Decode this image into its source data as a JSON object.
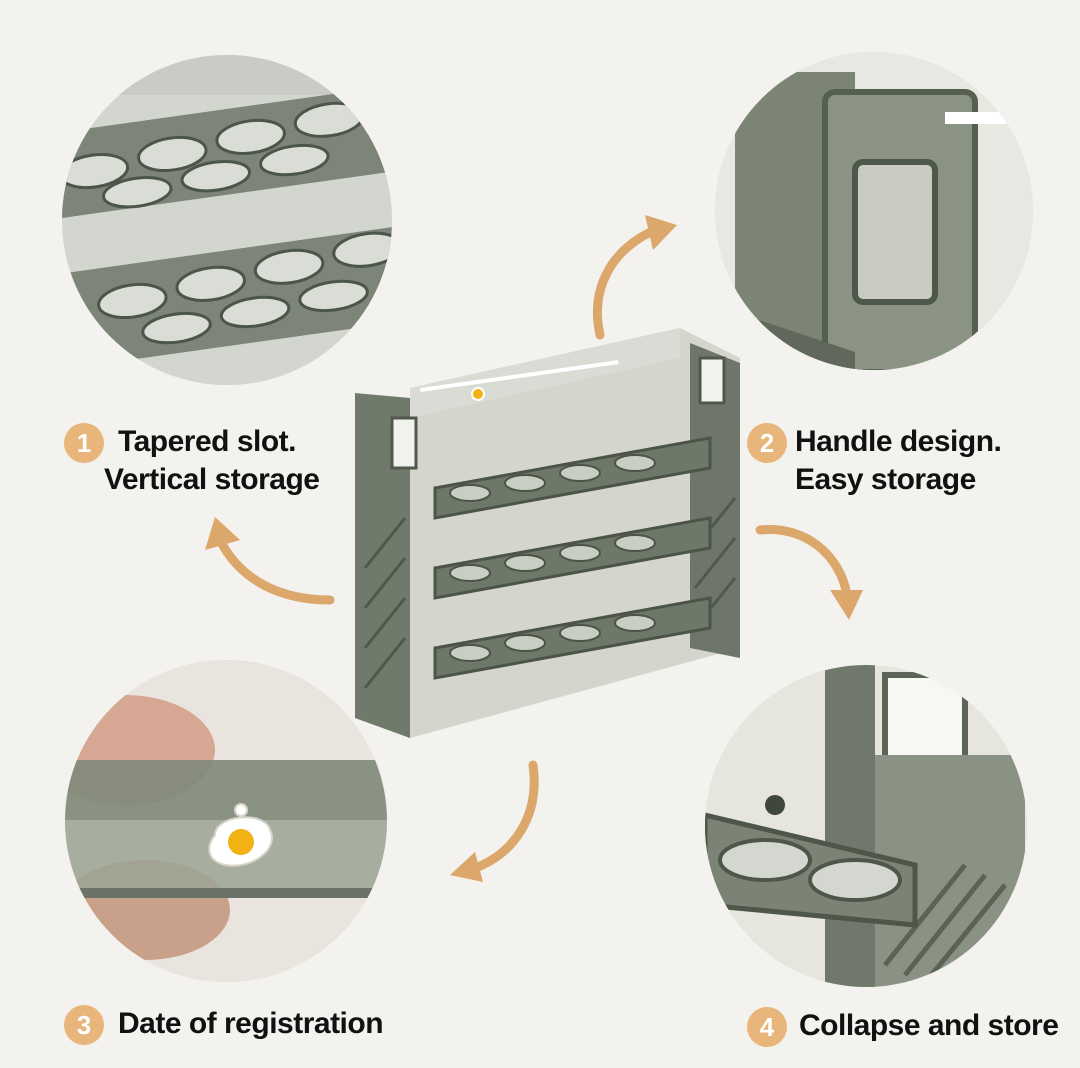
{
  "features": [
    {
      "number": "1",
      "line1": "Tapered slot.",
      "line2": "Vertical storage"
    },
    {
      "number": "2",
      "line1": "Handle design.",
      "line2": "Easy storage"
    },
    {
      "number": "3",
      "line1": "Date of registration",
      "line2": ""
    },
    {
      "number": "4",
      "line1": "Collapse and store",
      "line2": ""
    }
  ],
  "colors": {
    "accent": "#e8b57b",
    "arrow": "#dba76a",
    "plastic": "#5e6a5c",
    "background": "#f3f2ee"
  },
  "icons": [
    "curved-arrow-icon",
    "egg-icon"
  ]
}
